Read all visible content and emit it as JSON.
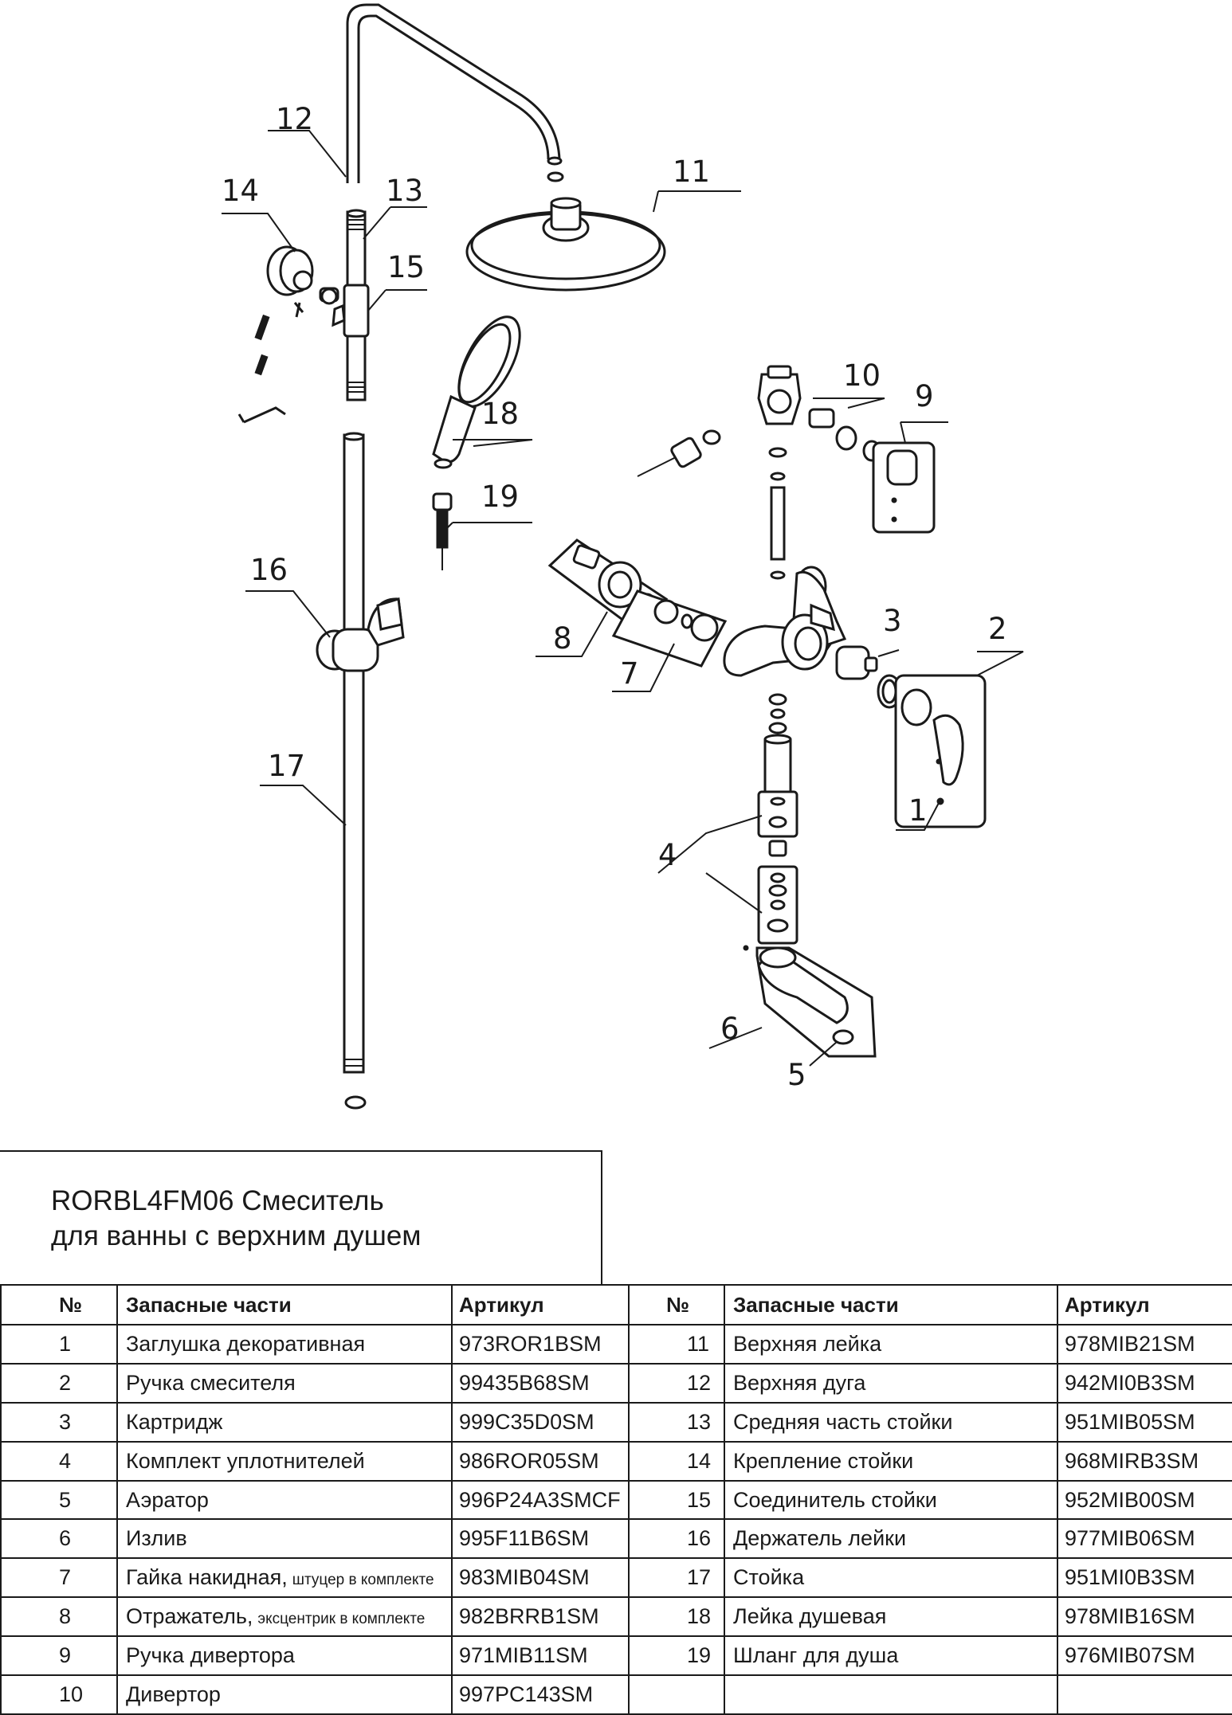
{
  "callouts": [
    "1",
    "2",
    "3",
    "4",
    "5",
    "6",
    "7",
    "8",
    "9",
    "10",
    "11",
    "12",
    "13",
    "14",
    "15",
    "16",
    "17",
    "18",
    "19"
  ],
  "title": {
    "line1": "RORBL4FM06 Смеситель",
    "line2": "для ванны с верхним душем"
  },
  "table": {
    "headers": {
      "num": "№",
      "name": "Запасные части",
      "article": "Артикул"
    },
    "left": [
      {
        "num": "1",
        "name": "Заглушка декоративная",
        "note": "",
        "article": "973ROR1BSM"
      },
      {
        "num": "2",
        "name": "Ручка смесителя",
        "note": "",
        "article": "99435B68SM"
      },
      {
        "num": "3",
        "name": "Картридж",
        "note": "",
        "article": "999C35D0SM"
      },
      {
        "num": "4",
        "name": "Комплект уплотнителей",
        "note": "",
        "article": "986ROR05SM"
      },
      {
        "num": "5",
        "name": "Аэратор",
        "note": "",
        "article": "996P24A3SMCF"
      },
      {
        "num": "6",
        "name": "Излив",
        "note": "",
        "article": "995F11B6SM"
      },
      {
        "num": "7",
        "name": "Гайка накидная,",
        "note": "штуцер в комплекте",
        "article": "983MIB04SM"
      },
      {
        "num": "8",
        "name": "Отражатель,",
        "note": "эксцентрик в комплекте",
        "article": "982BRRB1SM"
      },
      {
        "num": "9",
        "name": "Ручка дивертора",
        "note": "",
        "article": "971MIB11SM"
      },
      {
        "num": "10",
        "name": "Дивертор",
        "note": "",
        "article": "997PC143SM"
      }
    ],
    "right": [
      {
        "num": "11",
        "name": "Верхняя лейка",
        "article": "978MIB21SM"
      },
      {
        "num": "12",
        "name": "Верхняя дуга",
        "article": "942MI0B3SM"
      },
      {
        "num": "13",
        "name": "Средняя часть стойки",
        "article": "951MIB05SM"
      },
      {
        "num": "14",
        "name": "Крепление стойки",
        "article": "968MIRB3SM"
      },
      {
        "num": "15",
        "name": "Соединитель стойки",
        "article": "952MIB00SM"
      },
      {
        "num": "16",
        "name": "Держатель лейки",
        "article": "977MIB06SM"
      },
      {
        "num": "17",
        "name": "Стойка",
        "article": "951MI0B3SM"
      },
      {
        "num": "18",
        "name": "Лейка душевая",
        "article": "978MIB16SM"
      },
      {
        "num": "19",
        "name": "Шланг для душа",
        "article": "976MIB07SM"
      },
      {
        "num": "",
        "name": "",
        "article": ""
      }
    ]
  }
}
